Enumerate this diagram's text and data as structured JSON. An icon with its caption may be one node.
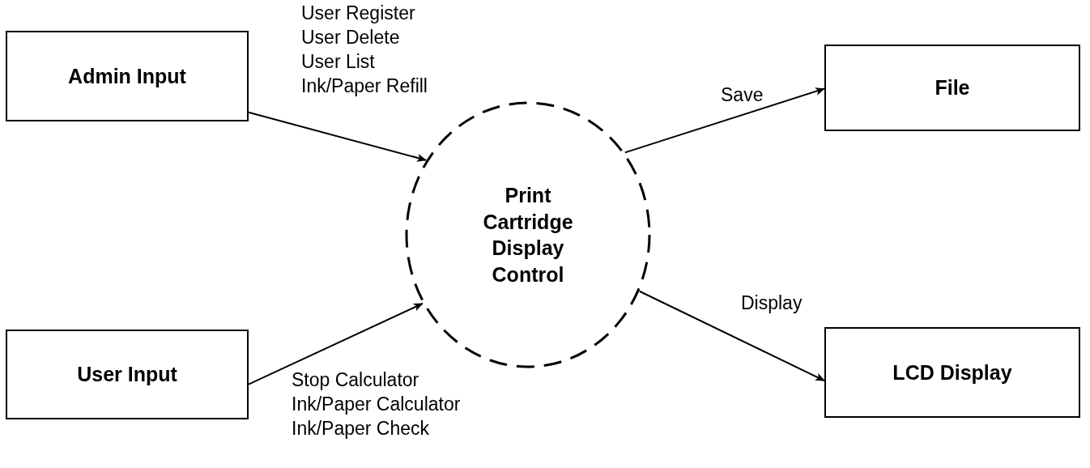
{
  "diagram": {
    "nodes": [
      {
        "text": [
          "Admin Input"
        ]
      },
      {
        "text": [
          "User Input"
        ]
      },
      {
        "text": [
          "Print Cartridge Display Control"
        ]
      },
      {
        "text": [
          "File"
        ]
      },
      {
        "text": [
          "LCD Display"
        ]
      }
    ],
    "edges": [
      {
        "from": 0,
        "to": 2,
        "arrow": "to",
        "label": "User Register User Delete User List Ink/Paper Refill"
      },
      {
        "from": 1,
        "to": 2,
        "arrow": "to",
        "label": "Stop Calculator Ink/Paper Calculator Ink/Paper Check"
      },
      {
        "from": 2,
        "to": 3,
        "arrow": "to",
        "label": "Save"
      },
      {
        "from": 2,
        "to": 4,
        "arrow": "to",
        "label": "Display"
      }
    ]
  }
}
